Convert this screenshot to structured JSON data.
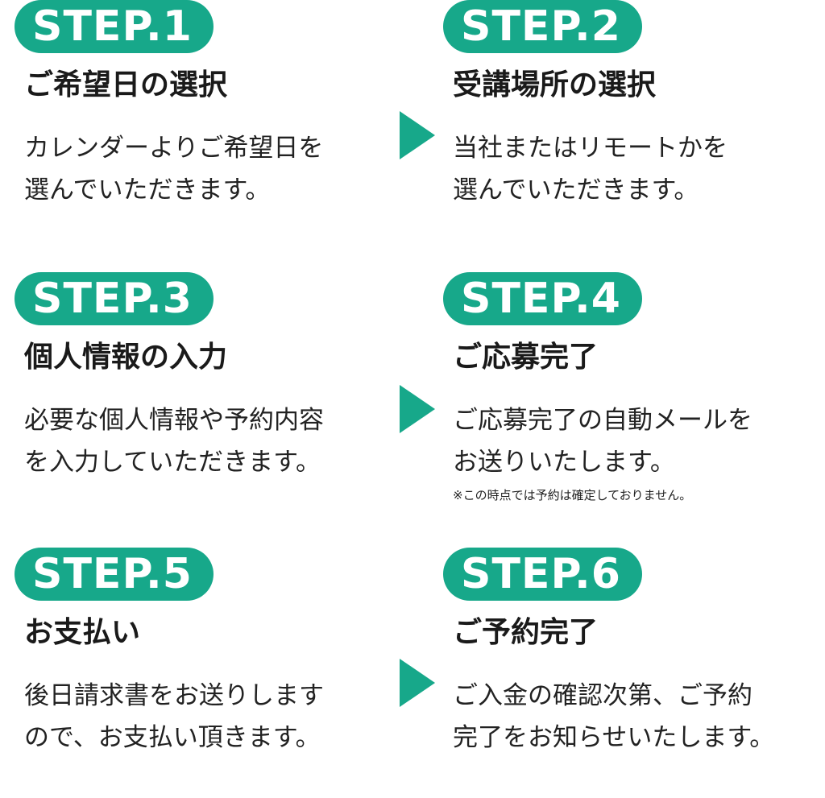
{
  "steps": [
    {
      "badge": "STEP.1",
      "title": "ご希望日の選択",
      "desc": [
        "カレンダーよりご希望日を",
        "選んでいただきます。"
      ]
    },
    {
      "badge": "STEP.2",
      "title": "受講場所の選択",
      "desc": [
        "当社またはリモートかを",
        "選んでいただきます。"
      ]
    },
    {
      "badge": "STEP.3",
      "title": "個人情報の入力",
      "desc": [
        "必要な個人情報や予約内容",
        "を入力していただきます。"
      ]
    },
    {
      "badge": "STEP.4",
      "title": "ご応募完了",
      "desc": [
        "ご応募完了の自動メールを",
        "お送りいたします。"
      ],
      "note": "※この時点では予約は確定しておりません。"
    },
    {
      "badge": "STEP.5",
      "title": "お支払い",
      "desc": [
        "後日請求書をお送りします",
        "ので、お支払い頂きます。"
      ]
    },
    {
      "badge": "STEP.6",
      "title": "ご予約完了",
      "desc": [
        "ご入金の確認次第、ご予約",
        "完了をお知らせいたします。"
      ]
    }
  ],
  "colors": {
    "accent": "#17a88a",
    "text": "#1a1a1a",
    "background": "#ffffff"
  },
  "icons": {
    "arrow": "arrow-right-icon"
  }
}
